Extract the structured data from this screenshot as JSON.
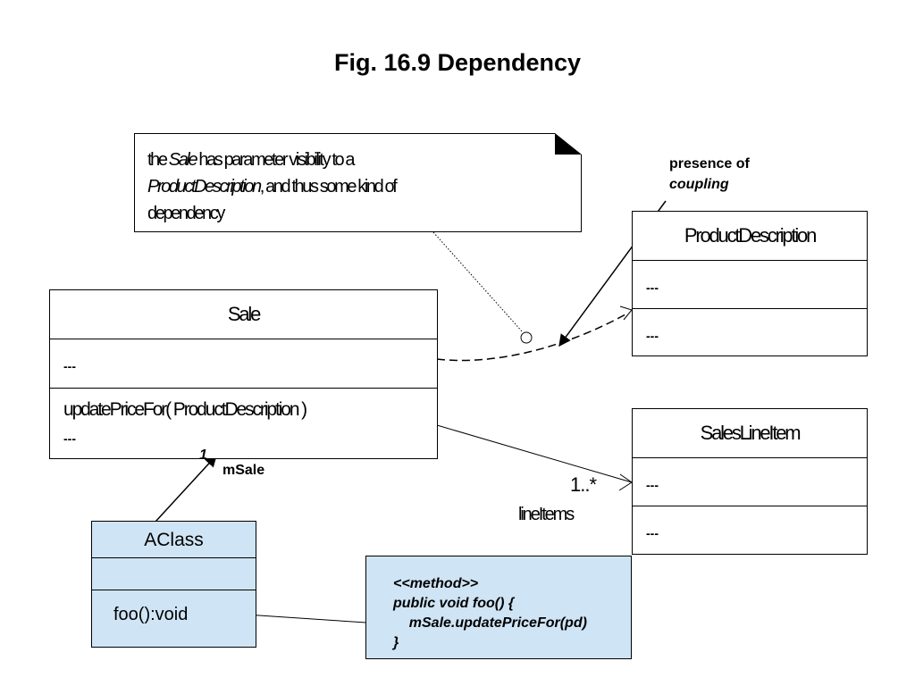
{
  "title": "Fig. 16.9  Dependency",
  "note": {
    "line1_pre": "the ",
    "line1_italic": "Sale",
    "line1_post": " has parameter visibility to a",
    "line2_italic": "ProductDescription",
    "line2_post": ", and thus some kind of",
    "line3": "dependency"
  },
  "annotation": {
    "line1": "presence of",
    "line2": "coupling"
  },
  "sale": {
    "name": "Sale",
    "attributes": "---",
    "operation": "updatePriceFor( ProductDescription )",
    "operation_more": "---"
  },
  "product_description": {
    "name": "ProductDescription",
    "attributes": "---",
    "operations": "---"
  },
  "sales_line_item": {
    "name": "SalesLineItem",
    "attributes": "---",
    "operations": "---"
  },
  "aclass": {
    "name": "AClass",
    "operation": "foo():void"
  },
  "method_note": {
    "line1": "<<method>>",
    "line2": "public void foo() {",
    "line3": "    mSale.updatePriceFor(pd)",
    "line4": "}"
  },
  "associations": {
    "sale_multiplicity": "1",
    "sale_role": "mSale",
    "items_multiplicity": "1..*",
    "items_role": "lineItems"
  }
}
